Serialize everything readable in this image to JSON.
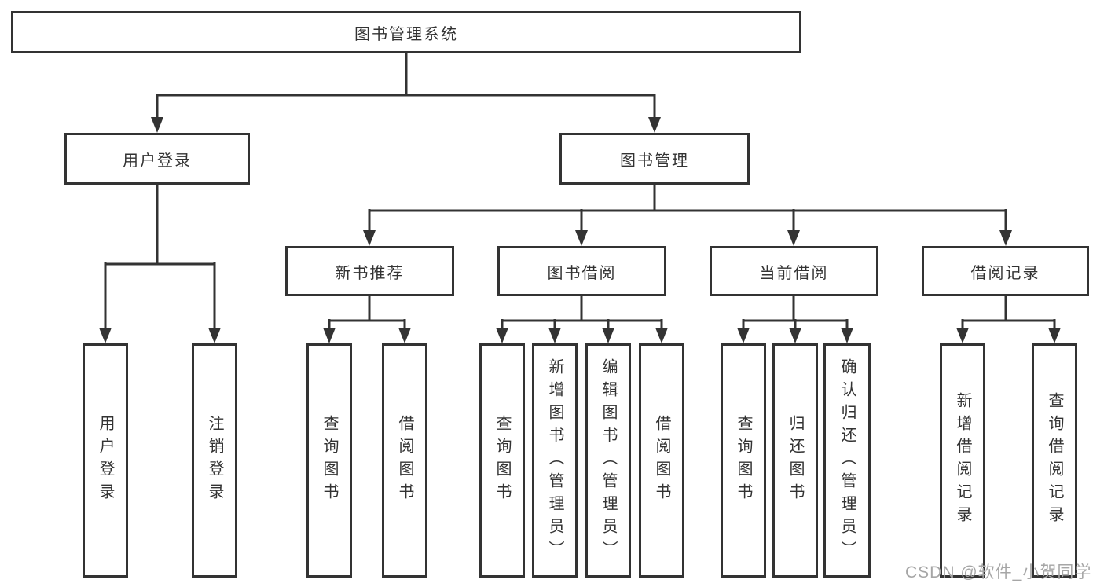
{
  "diagram": {
    "root": {
      "label": "图书管理系统"
    },
    "level2": [
      {
        "label": "用户登录"
      },
      {
        "label": "图书管理"
      }
    ],
    "level3": [
      {
        "label": "新书推荐"
      },
      {
        "label": "图书借阅"
      },
      {
        "label": "当前借阅"
      },
      {
        "label": "借阅记录"
      }
    ],
    "leaves": {
      "user_login": [
        "用户登录",
        "注销登录"
      ],
      "new_book_recommend": [
        "查询图书",
        "借阅图书"
      ],
      "book_borrow": [
        "查询图书",
        "新增图书（管理员）",
        "编辑图书（管理员）",
        "借阅图书"
      ],
      "current_borrow": [
        "查询图书",
        "归还图书",
        "确认归还（管理员）"
      ],
      "borrow_record": [
        "新增借阅记录",
        "查询借阅记录"
      ]
    }
  },
  "watermark": {
    "text": "CSDN @软件_小贺同学"
  },
  "colors": {
    "line": "#333333",
    "text": "#333333",
    "box_background": "#ffffff",
    "watermark": "#a6a6a6",
    "page_background": "#ffffff"
  }
}
